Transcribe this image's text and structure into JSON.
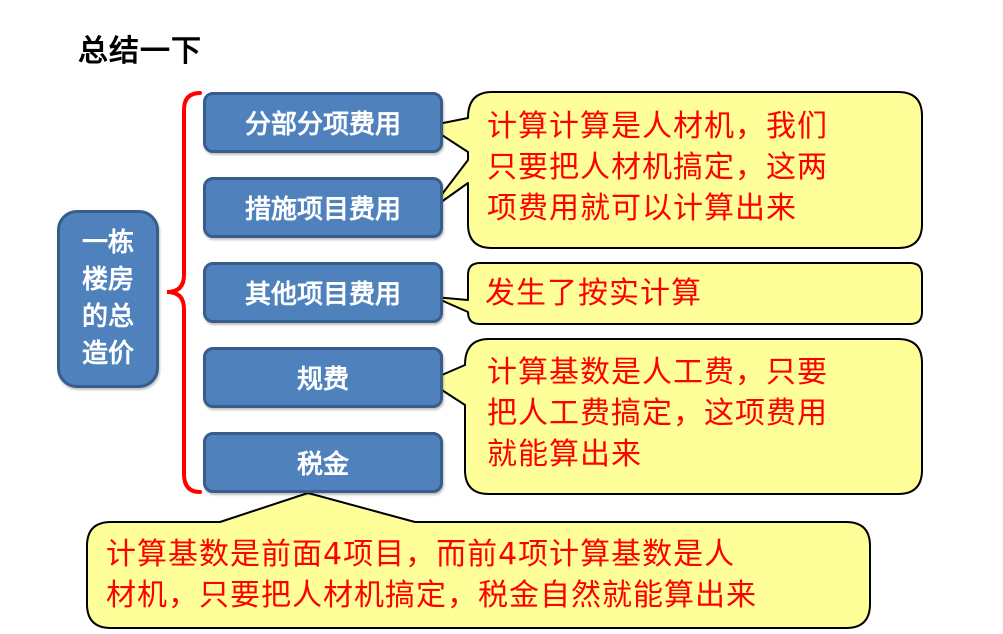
{
  "title": "总结一下",
  "root": {
    "label": "一栋楼房的总造价"
  },
  "items": [
    {
      "label": "分部分项费用"
    },
    {
      "label": "措施项目费用"
    },
    {
      "label": "其他项目费用"
    },
    {
      "label": "规费"
    },
    {
      "label": "税金"
    }
  ],
  "callouts": [
    {
      "lines": [
        "计算计算是人材机，我们",
        "只要把人材机搞定，这两",
        "项费用就可以计算出来"
      ],
      "targets": [
        "分部分项费用",
        "措施项目费用"
      ]
    },
    {
      "lines": [
        "发生了按实计算"
      ],
      "targets": [
        "其他项目费用"
      ]
    },
    {
      "lines": [
        "计算基数是人工费，只要",
        "把人工费搞定，这项费用",
        "就能算出来"
      ],
      "targets": [
        "规费"
      ]
    },
    {
      "lines": [
        "计算基数是前面4项目，而前4项计算基数是人",
        "材机，只要把人材机搞定，税金自然就能算出来"
      ],
      "targets": [
        "税金"
      ]
    }
  ],
  "colors": {
    "box_fill": "#4F81BD",
    "box_border": "#385D8A",
    "brace": "#FF0000",
    "callout_fill": "#FFFF99",
    "callout_border": "#000000",
    "callout_text": "#FF0000"
  }
}
